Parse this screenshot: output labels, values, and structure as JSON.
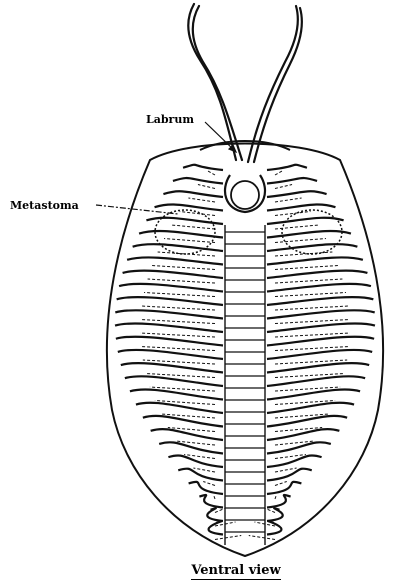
{
  "labels": {
    "labrum": "Labrum",
    "metastoma": "Metastoma"
  },
  "caption": "Ventral view",
  "figure": {
    "subject": "trilobite",
    "ink_color": "#111111",
    "background": "#ffffff"
  }
}
